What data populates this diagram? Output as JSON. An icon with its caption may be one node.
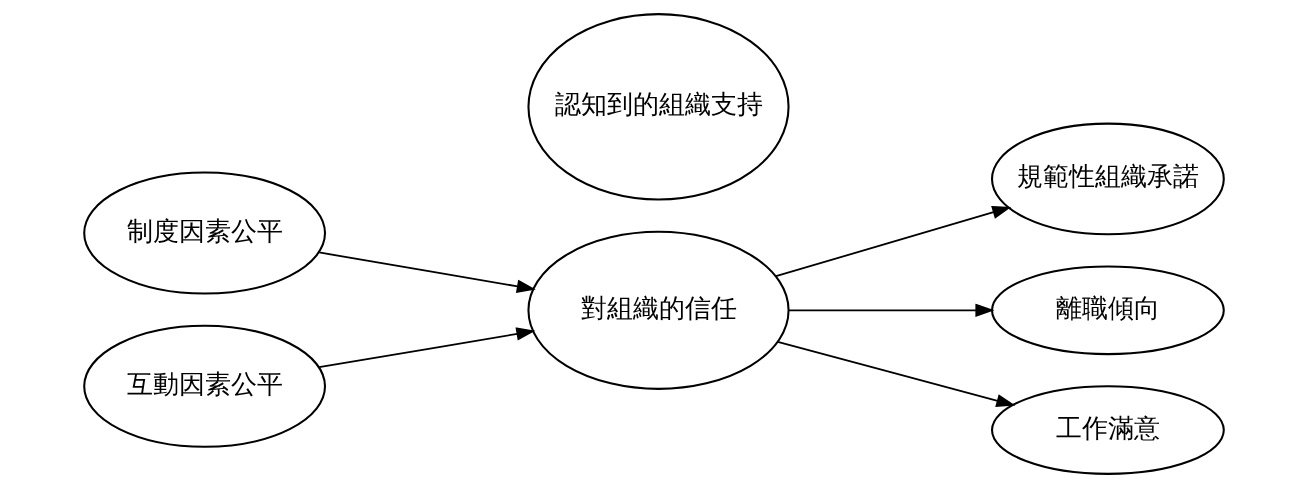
{
  "diagram": {
    "nodes": [
      {
        "text": [
          "制度因素公平"
        ]
      },
      {
        "text": [
          "互動因素公平"
        ]
      },
      {
        "text": [
          "認知到的組織支持"
        ]
      },
      {
        "text": [
          "對組織的信任"
        ]
      },
      {
        "text": [
          "規範性組織承諾"
        ]
      },
      {
        "text": [
          "離職傾向"
        ]
      },
      {
        "text": [
          "工作滿意"
        ]
      }
    ],
    "edges": [
      {
        "from": 0,
        "to": 3,
        "arrow": "to"
      },
      {
        "from": 1,
        "to": 3,
        "arrow": "to"
      },
      {
        "from": 3,
        "to": 4,
        "arrow": "to"
      },
      {
        "from": 3,
        "to": 5,
        "arrow": "to"
      },
      {
        "from": 3,
        "to": 6,
        "arrow": "to"
      }
    ]
  }
}
